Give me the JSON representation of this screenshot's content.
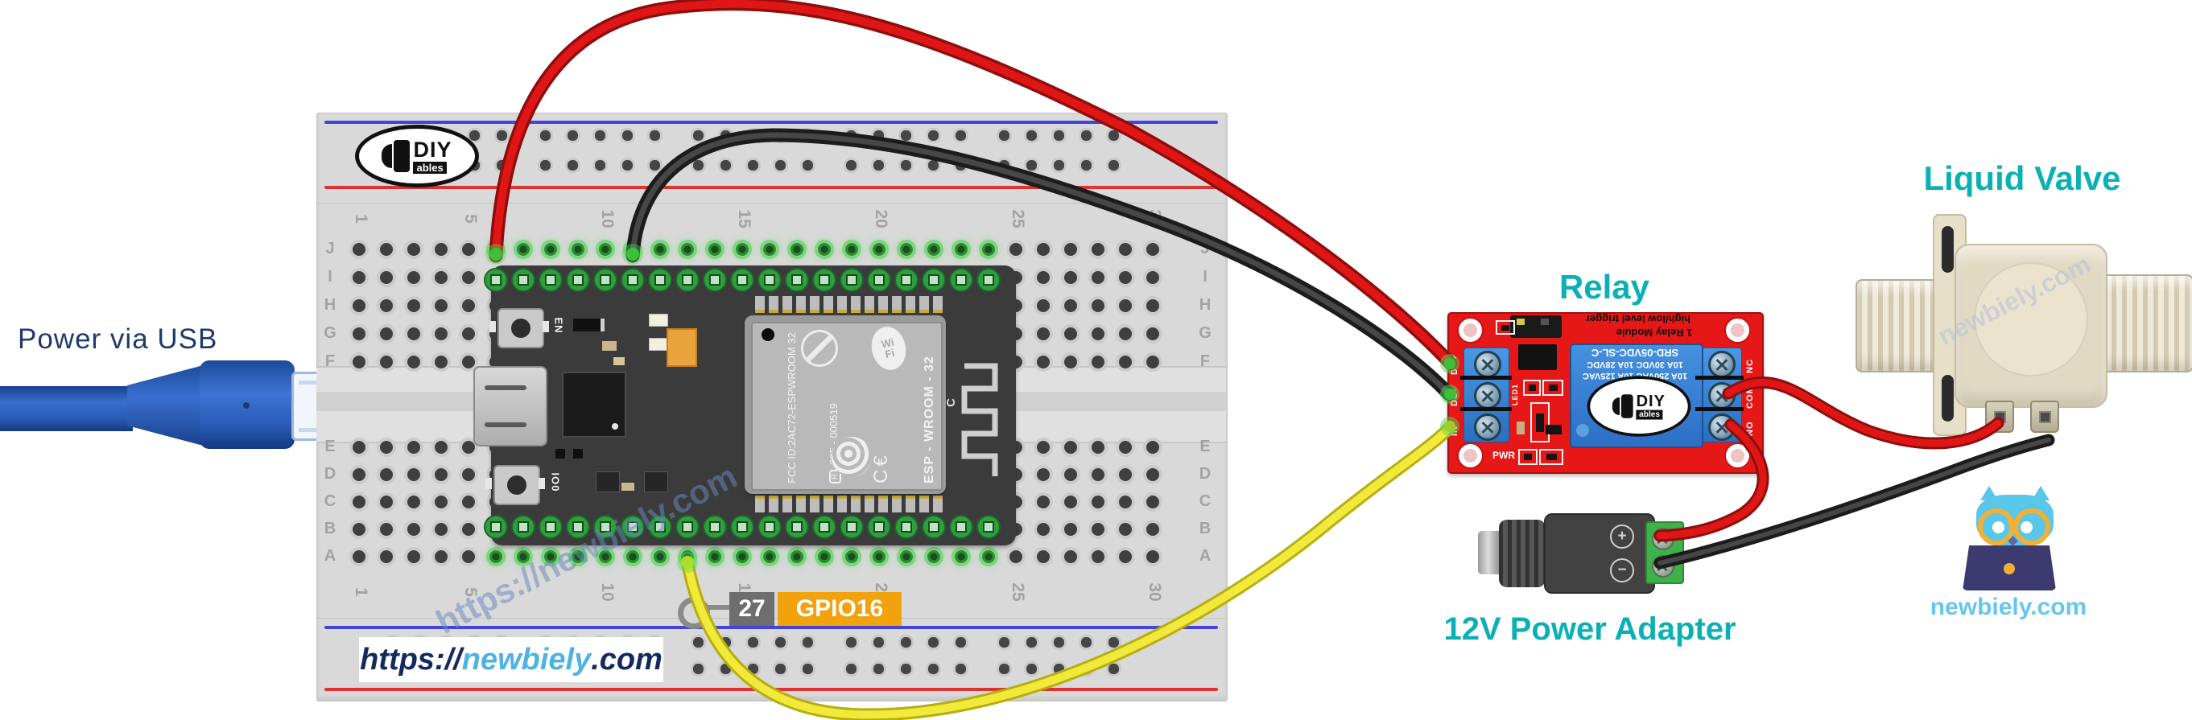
{
  "titles": {
    "power_via_usb": "Power via USB",
    "relay": "Relay",
    "liquid_valve": "Liquid Valve",
    "power_adapter": "12V Power Adapter"
  },
  "title_color": "#0bb0b5",
  "footer_label": {
    "prefix": "https://",
    "brand": "newbiely",
    "suffix": ".com"
  },
  "footer_colors": {
    "dark": "#16295e",
    "brand": "#4fb3e2"
  },
  "watermarks": {
    "breadboard": "https://newbiely.com",
    "valve": "newbiely.com"
  },
  "owl": {
    "site": "newbiely.com",
    "site_color": "#66c7ec"
  },
  "pin_callout": {
    "pin": "27",
    "gpio": "GPIO16",
    "pin_bg": "#6e6e6e",
    "gpio_bg": "#f2a20d"
  },
  "diyables_logo": {
    "name": "DIY",
    "sub": "ables"
  },
  "breadboard": {
    "row_letters": [
      "J",
      "I",
      "H",
      "G",
      "F",
      "E",
      "D",
      "C",
      "B",
      "A"
    ],
    "column_numbers": [
      1,
      5,
      10,
      15,
      20,
      25,
      30
    ],
    "total_columns": 30,
    "green_rows": [
      "J",
      "A"
    ],
    "green_col_start": 6,
    "green_col_end": 24
  },
  "esp32": {
    "buttons": {
      "en": "EN",
      "boot": "IO0"
    },
    "module": {
      "fcc": "FCC ID:2AC72-ESPWROOM 32",
      "reg_mark": "R",
      "reg_number": "205 - 000519",
      "ce": "C€",
      "name": "ESP - WROOM - 32",
      "wifi_top": "Wi",
      "wifi_bottom": "Fi",
      "board_label": "C"
    }
  },
  "relay": {
    "silk_trigger": "high/low level trigger",
    "silk_module": "1 Relay Module",
    "cube_line1": "SRD-05VDC-SL-C",
    "cube_line2": "10A 30VDC 10A 28VDC",
    "cube_line3": "10A 250VAC 10A 125VAC",
    "terminals_left": [
      "DC+",
      "DC-",
      "IN"
    ],
    "terminals_right": [
      "NC",
      "COM",
      "NO"
    ],
    "pwr": "PWR",
    "led": "LED1"
  },
  "adapter": {
    "plus": "+",
    "minus": "−"
  },
  "wire_colors": {
    "red": "#e01616",
    "black": "#1c1c1c",
    "yellow": "#f2ea3a"
  }
}
